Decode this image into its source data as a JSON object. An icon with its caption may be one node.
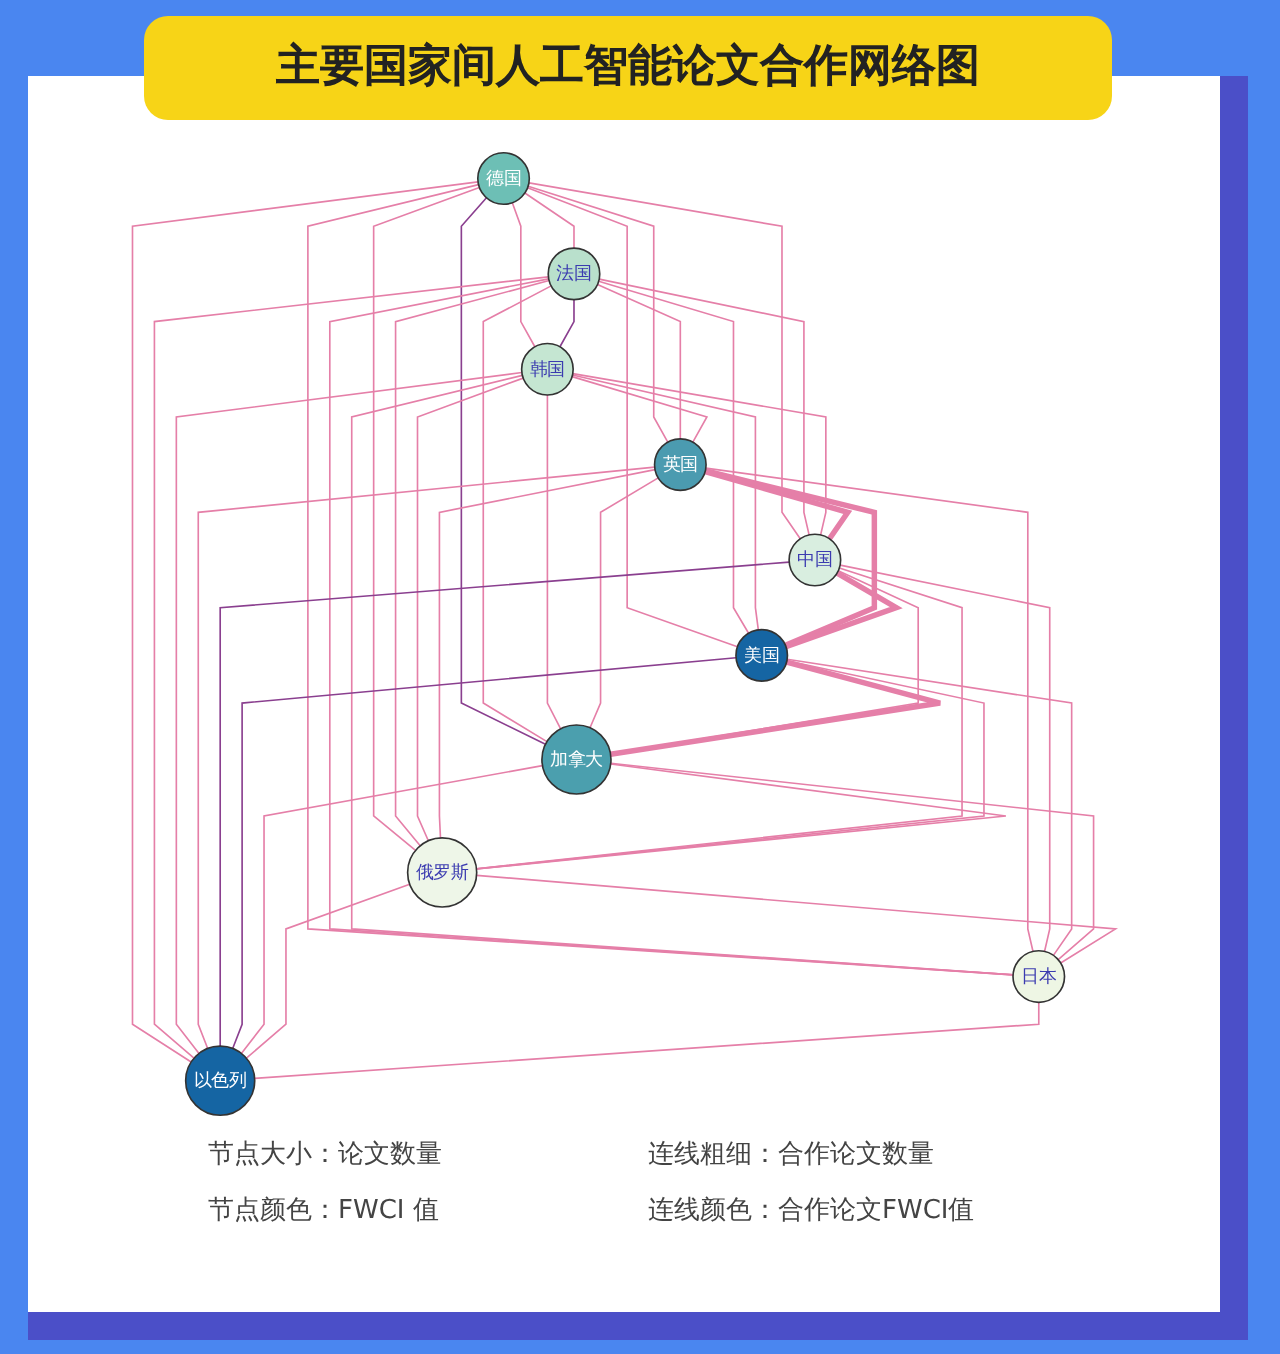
{
  "diagram": {
    "title": "主要国家间人工智能论文合作网络图",
    "nodes": [
      {
        "text": [
          "德国"
        ]
      },
      {
        "text": [
          "法国"
        ]
      },
      {
        "text": [
          "韩国"
        ]
      },
      {
        "text": [
          "英国"
        ]
      },
      {
        "text": [
          "中国"
        ]
      },
      {
        "text": [
          "美国"
        ]
      },
      {
        "text": [
          "加拿大"
        ]
      },
      {
        "text": [
          "俄罗斯"
        ]
      },
      {
        "text": [
          "日本"
        ]
      },
      {
        "text": [
          "以色列"
        ]
      }
    ],
    "edges": [
      {
        "from": 0,
        "to": 1,
        "arrow": "none"
      },
      {
        "from": 0,
        "to": 2,
        "arrow": "none"
      },
      {
        "from": 0,
        "to": 3,
        "arrow": "none"
      },
      {
        "from": 0,
        "to": 4,
        "arrow": "none"
      },
      {
        "from": 0,
        "to": 5,
        "arrow": "none"
      },
      {
        "from": 0,
        "to": 6,
        "arrow": "none",
        "color": "#8a3f8f"
      },
      {
        "from": 0,
        "to": 7,
        "arrow": "none"
      },
      {
        "from": 0,
        "to": 8,
        "arrow": "none"
      },
      {
        "from": 0,
        "to": 9,
        "arrow": "none"
      },
      {
        "from": 1,
        "to": 2,
        "arrow": "none",
        "color": "#8a3f8f"
      },
      {
        "from": 1,
        "to": 3,
        "arrow": "none"
      },
      {
        "from": 1,
        "to": 4,
        "arrow": "none"
      },
      {
        "from": 1,
        "to": 5,
        "arrow": "none"
      },
      {
        "from": 1,
        "to": 6,
        "arrow": "none"
      },
      {
        "from": 1,
        "to": 7,
        "arrow": "none"
      },
      {
        "from": 1,
        "to": 8,
        "arrow": "none"
      },
      {
        "from": 1,
        "to": 9,
        "arrow": "none"
      },
      {
        "from": 2,
        "to": 3,
        "arrow": "none"
      },
      {
        "from": 2,
        "to": 4,
        "arrow": "none"
      },
      {
        "from": 2,
        "to": 5,
        "arrow": "none"
      },
      {
        "from": 2,
        "to": 6,
        "arrow": "none"
      },
      {
        "from": 2,
        "to": 7,
        "arrow": "none"
      },
      {
        "from": 2,
        "to": 8,
        "arrow": "none"
      },
      {
        "from": 2,
        "to": 9,
        "arrow": "none"
      },
      {
        "from": 3,
        "to": 4,
        "arrow": "none",
        "style": "thick"
      },
      {
        "from": 3,
        "to": 5,
        "arrow": "none",
        "style": "thick"
      },
      {
        "from": 3,
        "to": 6,
        "arrow": "none"
      },
      {
        "from": 3,
        "to": 7,
        "arrow": "none"
      },
      {
        "from": 3,
        "to": 8,
        "arrow": "none"
      },
      {
        "from": 3,
        "to": 9,
        "arrow": "none"
      },
      {
        "from": 4,
        "to": 5,
        "arrow": "none",
        "style": "thick"
      },
      {
        "from": 4,
        "to": 6,
        "arrow": "none"
      },
      {
        "from": 4,
        "to": 7,
        "arrow": "none"
      },
      {
        "from": 4,
        "to": 8,
        "arrow": "none"
      },
      {
        "from": 4,
        "to": 9,
        "arrow": "none",
        "color": "#8a3f8f"
      },
      {
        "from": 5,
        "to": 6,
        "arrow": "none",
        "style": "thick"
      },
      {
        "from": 5,
        "to": 7,
        "arrow": "none"
      },
      {
        "from": 5,
        "to": 8,
        "arrow": "none"
      },
      {
        "from": 5,
        "to": 9,
        "arrow": "none",
        "color": "#8a3f8f"
      },
      {
        "from": 6,
        "to": 7,
        "arrow": "none"
      },
      {
        "from": 6,
        "to": 8,
        "arrow": "none"
      },
      {
        "from": 6,
        "to": 9,
        "arrow": "none"
      },
      {
        "from": 7,
        "to": 8,
        "arrow": "none"
      },
      {
        "from": 7,
        "to": 9,
        "arrow": "none"
      },
      {
        "from": 8,
        "to": 9,
        "arrow": "none"
      }
    ],
    "labels": [
      "节点大小：论文数量",
      "连线粗细：合作论文数量",
      "节点颜色：FWCI 值",
      "连线颜色：合作论文FWCI值"
    ]
  }
}
